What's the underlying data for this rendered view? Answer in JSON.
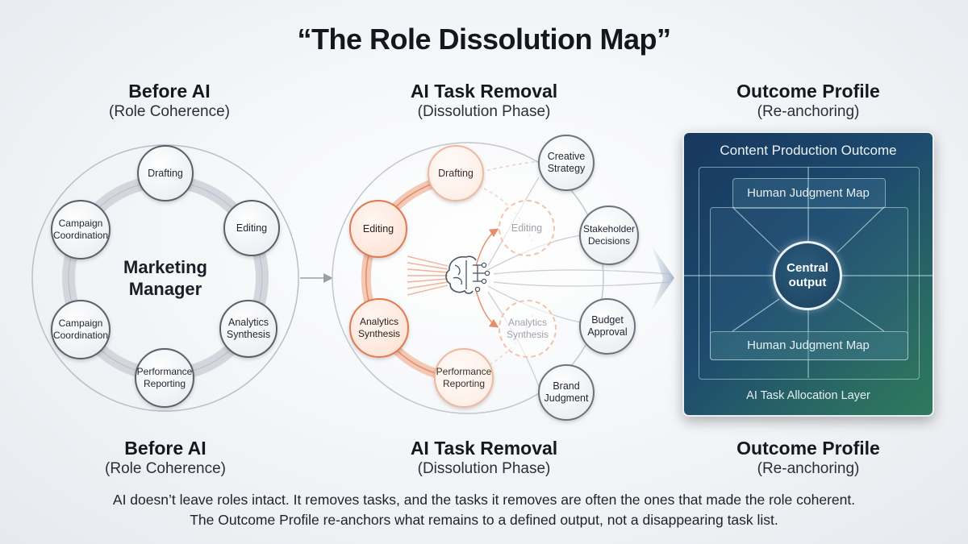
{
  "title": "“The Role Dissolution Map”",
  "columns": {
    "left": {
      "top_heading": "Before AI",
      "top_sub": "(Role Coherence)",
      "bottom_heading": "Before AI",
      "bottom_sub": "(Role Coherence)"
    },
    "middle": {
      "top_heading": "AI Task Removal",
      "top_sub": "(Dissolution Phase)",
      "bottom_heading": "AI Task Removal",
      "bottom_sub": "(Dissolution Phase)"
    },
    "right": {
      "top_heading": "Outcome Profile",
      "top_sub": "(Re-anchoring)",
      "bottom_heading": "Outcome Profile",
      "bottom_sub": "(Re-anchoring)"
    }
  },
  "before_ai": {
    "center_line1": "Marketing",
    "center_line2": "Manager",
    "nodes": {
      "drafting": "Drafting",
      "editing": "Editing",
      "analytics": "Analytics Synthesis",
      "performance": "Performance Reporting",
      "campaign_lower": "Campaign Coordination",
      "campaign_upper": "Campaign Coordination"
    }
  },
  "task_removal": {
    "remaining": {
      "drafting": "Drafting",
      "editing": "Editing",
      "analytics": "Analytics Synthesis",
      "performance": "Performance Reporting"
    },
    "ghosts": {
      "editing": "Editing",
      "analytics": "Analytics Synthesis"
    },
    "brain_icon": "brain-circuit-icon",
    "outcomes": {
      "creative": "Creative Strategy",
      "stakeholder": "Stakeholder Decisions",
      "budget": "Budget Approval",
      "brand": "Brand Judgment"
    }
  },
  "outcome_profile": {
    "panel_title": "Content Production Outcome",
    "top_map": "Human Judgment Map",
    "bottom_map": "Human Judgment Map",
    "central": "Central output",
    "layer": "AI Task Allocation Layer"
  },
  "caption_line1": "AI doesn’t leave roles intact. It removes tasks, and the tasks it removes are often the ones that made the role coherent.",
  "caption_line2": "The Outcome Profile re-anchors what remains to a defined output, not a disappearing task list.",
  "colors": {
    "accent_orange": "#e07a52",
    "panel_navy": "#17375e",
    "panel_green": "#2f7a5c"
  }
}
